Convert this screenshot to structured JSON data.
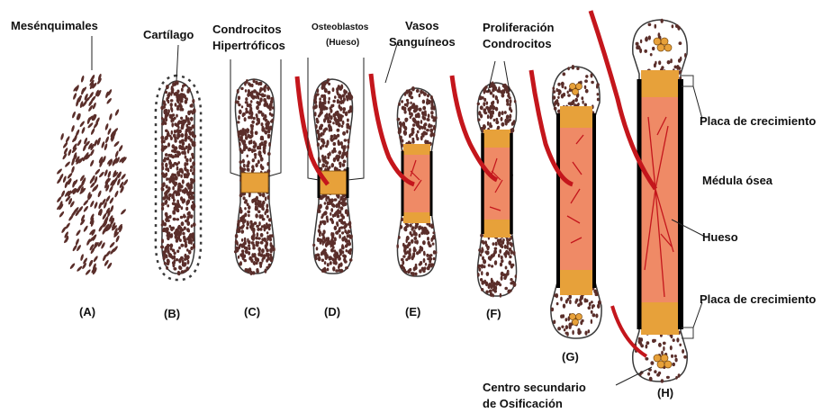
{
  "colors": {
    "cell": "#5a2e2a",
    "outline": "#3a3a3a",
    "hypertrophic": "#e7a13a",
    "marrow": "#ef8a66",
    "vessel": "#c4161c",
    "bone": "#0d0d0d",
    "background": "#ffffff"
  },
  "labels": {
    "mesenquimales": "Mesénquimales",
    "cartilago": "Cartílago",
    "condrocitos_hipertroficos_1": "Condrocitos",
    "condrocitos_hipertroficos_2": "Hipertróficos",
    "osteoblastos_1": "Osteoblastos",
    "osteoblastos_2": "(Hueso)",
    "vasos_1": "Vasos",
    "vasos_2": "Sanguíneos",
    "proliferacion_1": "Proliferación",
    "proliferacion_2": "Condrocitos",
    "placa_superior": "Placa de crecimiento",
    "medula": "Médula ósea",
    "hueso": "Hueso",
    "placa_inferior": "Placa de crecimiento",
    "centro_1": "Centro secundario",
    "centro_2": "de Osificación"
  },
  "stages": [
    "(A)",
    "(B)",
    "(C)",
    "(D)",
    "(E)",
    "(F)",
    "(G)",
    "(H)"
  ]
}
